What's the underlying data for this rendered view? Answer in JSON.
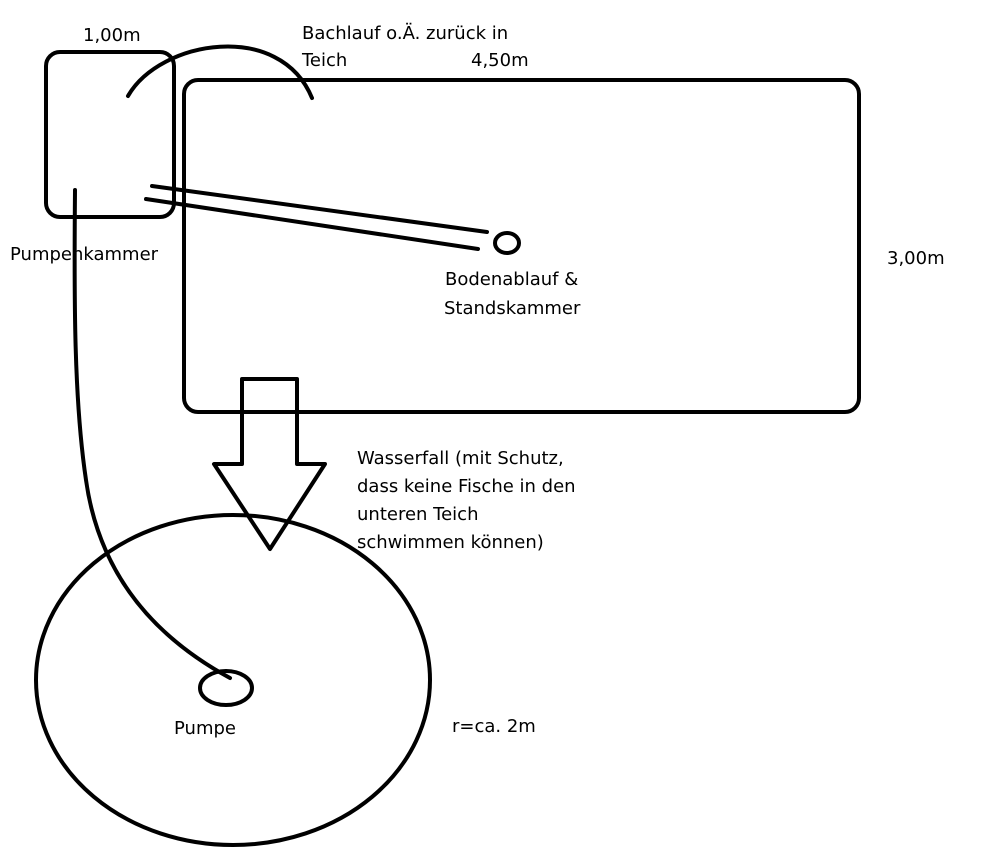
{
  "labels": {
    "pumpenkammer_width": "1,00m",
    "bachlauf_line1": "Bachlauf o.Ä. zurück in",
    "bachlauf_line2": "Teich",
    "pond_length": "4,50m",
    "pumpenkammer": "Pumpenkammer",
    "pond_width": "3,00m",
    "bodenablauf_line1": "Bodenablauf &",
    "bodenablauf_line2": "Standskammer",
    "wasserfall_line1": "Wasserfall (mit Schutz,",
    "wasserfall_line2": "dass keine Fische in den",
    "wasserfall_line3": "unteren Teich",
    "wasserfall_line4": "schwimmen können)",
    "pumpe": "Pumpe",
    "radius": "r=ca. 2m"
  },
  "colors": {
    "stroke": "#000000",
    "background": "#ffffff"
  }
}
